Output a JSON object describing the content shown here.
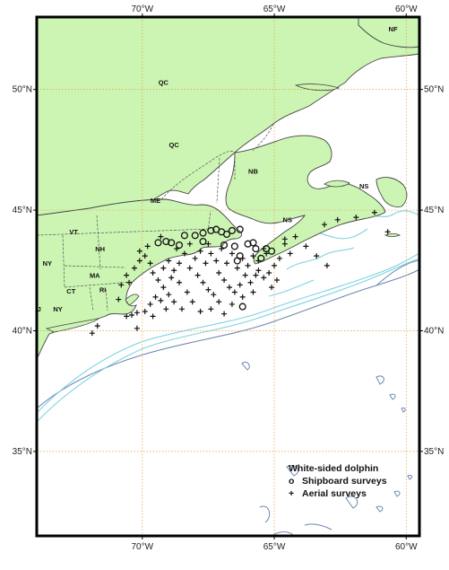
{
  "map": {
    "lon_range": [
      -74,
      -59.5
    ],
    "lat_range": [
      31.5,
      53
    ],
    "colors": {
      "land": "#ccf5b3",
      "water": "#ffffff",
      "coast": "#444444",
      "border": "#555555",
      "shelf_contour": "#7fd3e3",
      "deep_contour": "#6f86b3",
      "grid": "#e0a040"
    },
    "top_ticks": [
      {
        "lon": -70,
        "label": "70°W"
      },
      {
        "lon": -65,
        "label": "65°W"
      },
      {
        "lon": -60,
        "label": "60°W"
      }
    ],
    "bottom_ticks": [
      {
        "lon": -70,
        "label": "70°W"
      },
      {
        "lon": -65,
        "label": "65°W"
      },
      {
        "lon": -60,
        "label": "60°W"
      }
    ],
    "left_ticks": [
      {
        "lat": 50,
        "label": "50°N"
      },
      {
        "lat": 45,
        "label": "45°N"
      },
      {
        "lat": 40,
        "label": "40°N"
      },
      {
        "lat": 35,
        "label": "35°N"
      }
    ],
    "right_ticks": [
      {
        "lat": 50,
        "label": "50°N"
      },
      {
        "lat": 45,
        "label": "45°N"
      },
      {
        "lat": 40,
        "label": "40°N"
      },
      {
        "lat": 35,
        "label": "35°N"
      }
    ],
    "regions": [
      {
        "text": "NF",
        "lon": -60.5,
        "lat": 52.4
      },
      {
        "text": "QC",
        "lon": -69.2,
        "lat": 50.2
      },
      {
        "text": "QC",
        "lon": -68.8,
        "lat": 47.6
      },
      {
        "text": "NB",
        "lon": -65.8,
        "lat": 46.5
      },
      {
        "text": "ME",
        "lon": -69.5,
        "lat": 45.3
      },
      {
        "text": "NS",
        "lon": -61.6,
        "lat": 45.9
      },
      {
        "text": "NS",
        "lon": -64.5,
        "lat": 44.5
      },
      {
        "text": "VT",
        "lon": -72.6,
        "lat": 44.0
      },
      {
        "text": "NH",
        "lon": -71.6,
        "lat": 43.3
      },
      {
        "text": "NY",
        "lon": -73.6,
        "lat": 42.7
      },
      {
        "text": "MA",
        "lon": -71.8,
        "lat": 42.2
      },
      {
        "text": "CT",
        "lon": -72.7,
        "lat": 41.55
      },
      {
        "text": "RI",
        "lon": -71.5,
        "lat": 41.6
      },
      {
        "text": "NY",
        "lon": -73.2,
        "lat": 40.8
      },
      {
        "text": "NJ",
        "lon": -74.0,
        "lat": 40.8
      }
    ]
  },
  "legend": {
    "title": "White-sided dolphin",
    "shipboard_label": "Shipboard surveys",
    "aerial_label": "Aerial surveys",
    "shipboard_symbol": "o",
    "aerial_symbol": "+"
  },
  "sightings": {
    "shipboard": [
      [
        -69.4,
        43.65
      ],
      [
        -69.1,
        43.7
      ],
      [
        -68.9,
        43.65
      ],
      [
        -68.4,
        43.95
      ],
      [
        -68.0,
        43.95
      ],
      [
        -67.7,
        44.05
      ],
      [
        -67.4,
        44.15
      ],
      [
        -67.2,
        44.2
      ],
      [
        -67.0,
        44.1
      ],
      [
        -66.6,
        44.15
      ],
      [
        -66.3,
        44.2
      ],
      [
        -66.0,
        43.6
      ],
      [
        -65.8,
        43.65
      ],
      [
        -65.7,
        43.4
      ],
      [
        -65.3,
        43.4
      ],
      [
        -65.1,
        43.3
      ],
      [
        -66.9,
        43.55
      ],
      [
        -66.5,
        43.5
      ],
      [
        -66.3,
        43.1
      ],
      [
        -67.7,
        43.7
      ],
      [
        -68.6,
        43.55
      ],
      [
        -66.2,
        41.0
      ],
      [
        -66.4,
        42.9
      ],
      [
        -65.5,
        43.0
      ],
      [
        -66.8,
        44.0
      ]
    ],
    "aerial": [
      [
        -70.6,
        40.6
      ],
      [
        -70.4,
        40.65
      ],
      [
        -70.2,
        40.75
      ],
      [
        -69.9,
        40.8
      ],
      [
        -69.7,
        41.1
      ],
      [
        -69.5,
        41.4
      ],
      [
        -69.3,
        41.25
      ],
      [
        -69.2,
        41.8
      ],
      [
        -69.0,
        41.5
      ],
      [
        -68.8,
        41.2
      ],
      [
        -68.6,
        42.0
      ],
      [
        -68.3,
        41.6
      ],
      [
        -68.1,
        41.2
      ],
      [
        -67.9,
        42.3
      ],
      [
        -67.7,
        42.0
      ],
      [
        -67.5,
        41.7
      ],
      [
        -67.3,
        41.5
      ],
      [
        -67.1,
        42.4
      ],
      [
        -66.9,
        42.1
      ],
      [
        -66.7,
        41.8
      ],
      [
        -66.5,
        41.6
      ],
      [
        -66.3,
        41.9
      ],
      [
        -66.1,
        42.3
      ],
      [
        -65.9,
        42.0
      ],
      [
        -65.8,
        41.6
      ],
      [
        -65.6,
        42.5
      ],
      [
        -65.4,
        42.2
      ],
      [
        -65.2,
        42.4
      ],
      [
        -65.0,
        42.7
      ],
      [
        -64.8,
        43.0
      ],
      [
        -70.9,
        41.3
      ],
      [
        -70.8,
        41.9
      ],
      [
        -70.6,
        42.3
      ],
      [
        -70.3,
        42.6
      ],
      [
        -70.1,
        42.9
      ],
      [
        -69.9,
        43.1
      ],
      [
        -69.7,
        42.8
      ],
      [
        -69.6,
        42.4
      ],
      [
        -69.4,
        42.1
      ],
      [
        -69.2,
        42.6
      ],
      [
        -69.0,
        42.9
      ],
      [
        -68.8,
        42.5
      ],
      [
        -68.6,
        42.8
      ],
      [
        -68.4,
        43.2
      ],
      [
        -68.2,
        42.6
      ],
      [
        -68.0,
        43.0
      ],
      [
        -67.8,
        43.3
      ],
      [
        -67.6,
        42.8
      ],
      [
        -67.4,
        43.2
      ],
      [
        -67.2,
        42.9
      ],
      [
        -67.0,
        43.4
      ],
      [
        -66.8,
        42.8
      ],
      [
        -66.6,
        43.2
      ],
      [
        -66.4,
        42.6
      ],
      [
        -66.2,
        43.0
      ],
      [
        -66.0,
        42.7
      ],
      [
        -65.8,
        43.1
      ],
      [
        -65.6,
        42.9
      ],
      [
        -65.4,
        43.4
      ],
      [
        -71.7,
        40.2
      ],
      [
        -71.9,
        39.9
      ],
      [
        -70.2,
        40.1
      ],
      [
        -69.1,
        40.9
      ],
      [
        -67.4,
        40.9
      ],
      [
        -66.6,
        41.1
      ],
      [
        -64.6,
        43.6
      ],
      [
        -64.2,
        43.9
      ],
      [
        -63.1,
        44.4
      ],
      [
        -62.6,
        44.6
      ],
      [
        -61.9,
        44.7
      ],
      [
        -61.2,
        44.9
      ],
      [
        -60.7,
        44.1
      ],
      [
        -63.4,
        43.1
      ],
      [
        -63.0,
        42.7
      ],
      [
        -64.6,
        43.8
      ],
      [
        -65.3,
        43.2
      ],
      [
        -65.7,
        42.3
      ],
      [
        -66.9,
        40.7
      ],
      [
        -67.8,
        40.8
      ],
      [
        -68.5,
        40.9
      ],
      [
        -70.1,
        43.3
      ],
      [
        -69.8,
        43.5
      ],
      [
        -68.7,
        43.4
      ],
      [
        -68.2,
        43.6
      ],
      [
        -67.5,
        43.6
      ],
      [
        -70.5,
        42.0
      ],
      [
        -69.6,
        40.6
      ],
      [
        -68.9,
        42.2
      ],
      [
        -67.1,
        41.2
      ],
      [
        -66.2,
        41.4
      ],
      [
        -64.9,
        42.1
      ],
      [
        -65.1,
        41.8
      ],
      [
        -64.4,
        43.2
      ],
      [
        -63.8,
        43.5
      ],
      [
        -69.3,
        43.9
      ]
    ]
  }
}
